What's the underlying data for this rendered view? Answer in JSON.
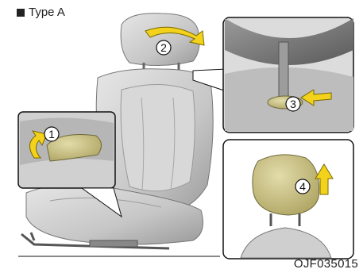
{
  "header": {
    "label": "Type A"
  },
  "figure_code": "OJF035015",
  "callouts": [
    "1",
    "2",
    "3",
    "4"
  ],
  "colors": {
    "seat_gray": "#cfcfcf",
    "seat_dark": "#8c8c8c",
    "highlight_olive": "#c9c28a",
    "arrow_yellow": "#f2d21b",
    "panel_border": "#111111"
  },
  "icons": [
    "square-bullet-icon",
    "curved-arrow-icon",
    "push-arrow-icon",
    "up-arrow-icon"
  ]
}
